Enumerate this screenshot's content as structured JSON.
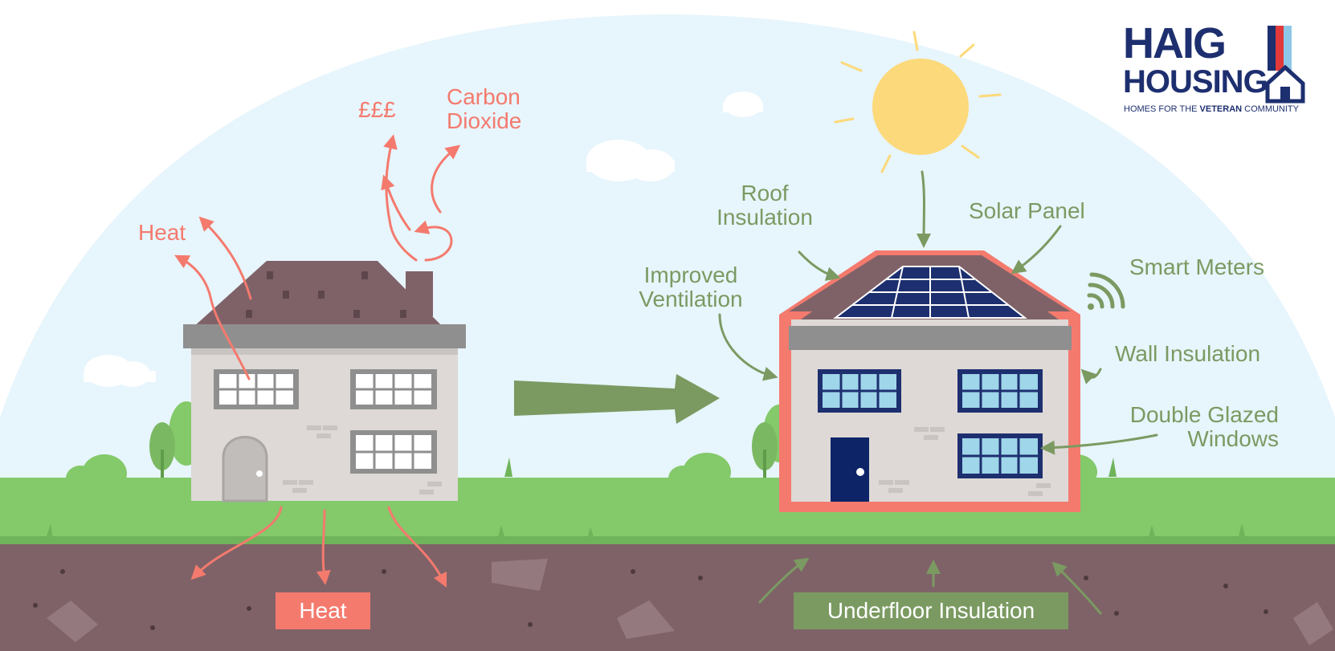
{
  "logo": {
    "line1": "HAIG",
    "line2": "HOUSING",
    "tagline_pre": "HOMES FOR THE ",
    "tagline_bold": "VETERAN",
    "tagline_post": " COMMUNITY"
  },
  "old_house": {
    "money": "£££",
    "co2_line1": "Carbon",
    "co2_line2": "Dioxide",
    "heat_roof": "Heat",
    "heat_ground": "Heat"
  },
  "new_house": {
    "roof_line1": "Roof",
    "roof_line2": "Insulation",
    "solar": "Solar Panel",
    "smart": "Smart Meters",
    "vent_line1": "Improved",
    "vent_line2": "Ventilation",
    "wall": "Wall Insulation",
    "glazed_line1": "Double Glazed",
    "glazed_line2": "Windows",
    "underfloor": "Underfloor Insulation"
  },
  "colors": {
    "sky": "#e7f5fc",
    "grass": "#84c96a",
    "soil": "#7f6268",
    "heat_red": "#f47a6e",
    "improve_green": "#7b9a62",
    "sun": "#fcd97a",
    "brand_navy": "#1d2f6f"
  }
}
